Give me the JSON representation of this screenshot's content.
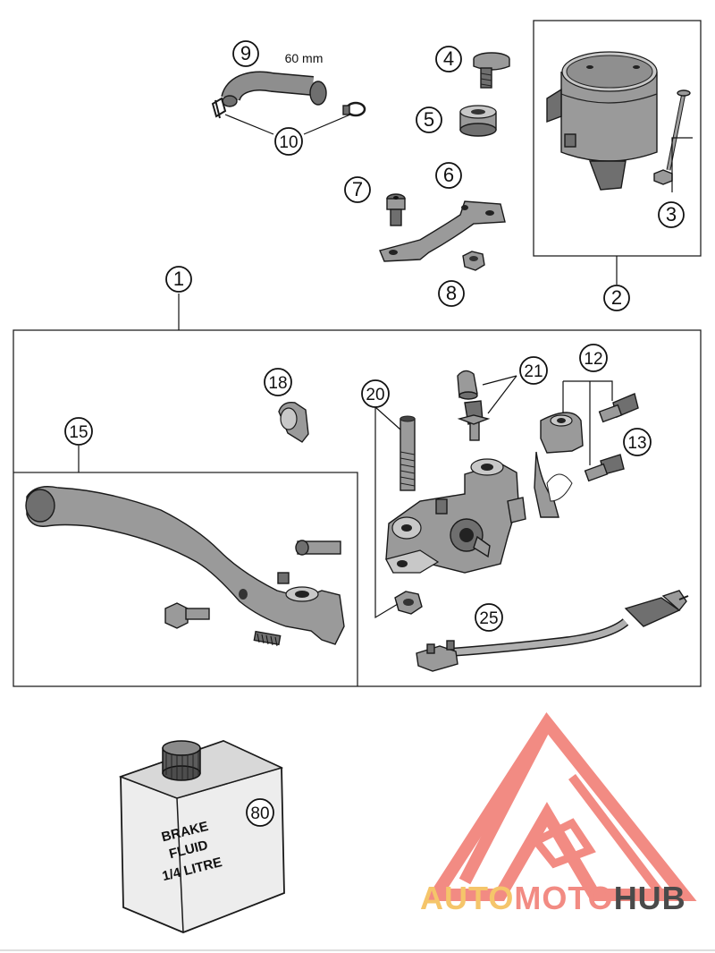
{
  "callouts": [
    {
      "id": "1",
      "label": "1"
    },
    {
      "id": "2",
      "label": "2"
    },
    {
      "id": "3",
      "label": "3"
    },
    {
      "id": "4",
      "label": "4"
    },
    {
      "id": "5",
      "label": "5"
    },
    {
      "id": "6",
      "label": "6"
    },
    {
      "id": "7",
      "label": "7"
    },
    {
      "id": "8",
      "label": "8"
    },
    {
      "id": "9",
      "label": "9"
    },
    {
      "id": "10",
      "label": "10"
    },
    {
      "id": "12",
      "label": "12"
    },
    {
      "id": "13",
      "label": "13"
    },
    {
      "id": "15",
      "label": "15"
    },
    {
      "id": "18",
      "label": "18"
    },
    {
      "id": "20",
      "label": "20"
    },
    {
      "id": "21",
      "label": "21"
    },
    {
      "id": "25",
      "label": "25"
    },
    {
      "id": "80",
      "label": "80"
    }
  ],
  "hose_length": "60 mm",
  "fluid_label": {
    "line1": "BRAKE",
    "line2": "FLUID",
    "line3": "1/4 LITRE"
  },
  "watermark": {
    "part1": "AUTO",
    "part2": "MOTO",
    "part3": "HUB",
    "color1": "#f5c56a",
    "color2": "#f28b83",
    "color3": "#4a4a4a",
    "logo_color": "#f28b83"
  }
}
